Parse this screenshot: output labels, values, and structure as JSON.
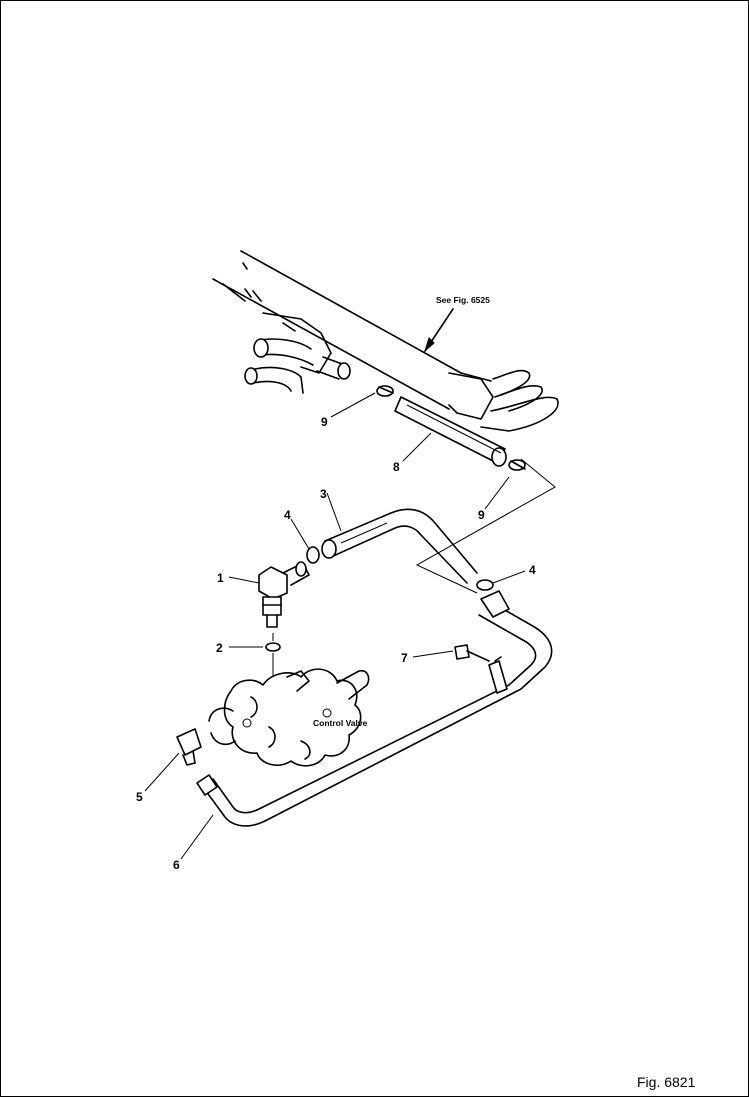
{
  "diagram": {
    "figure_label": "Fig. 6821",
    "reference_note": "See Fig. 6525",
    "component_label": "Control Valve",
    "callouts": {
      "c1": "1",
      "c2": "2",
      "c3": "3",
      "c4a": "4",
      "c4b": "4",
      "c5": "5",
      "c6": "6",
      "c7": "7",
      "c8": "8",
      "c9a": "9",
      "c9b": "9"
    }
  }
}
